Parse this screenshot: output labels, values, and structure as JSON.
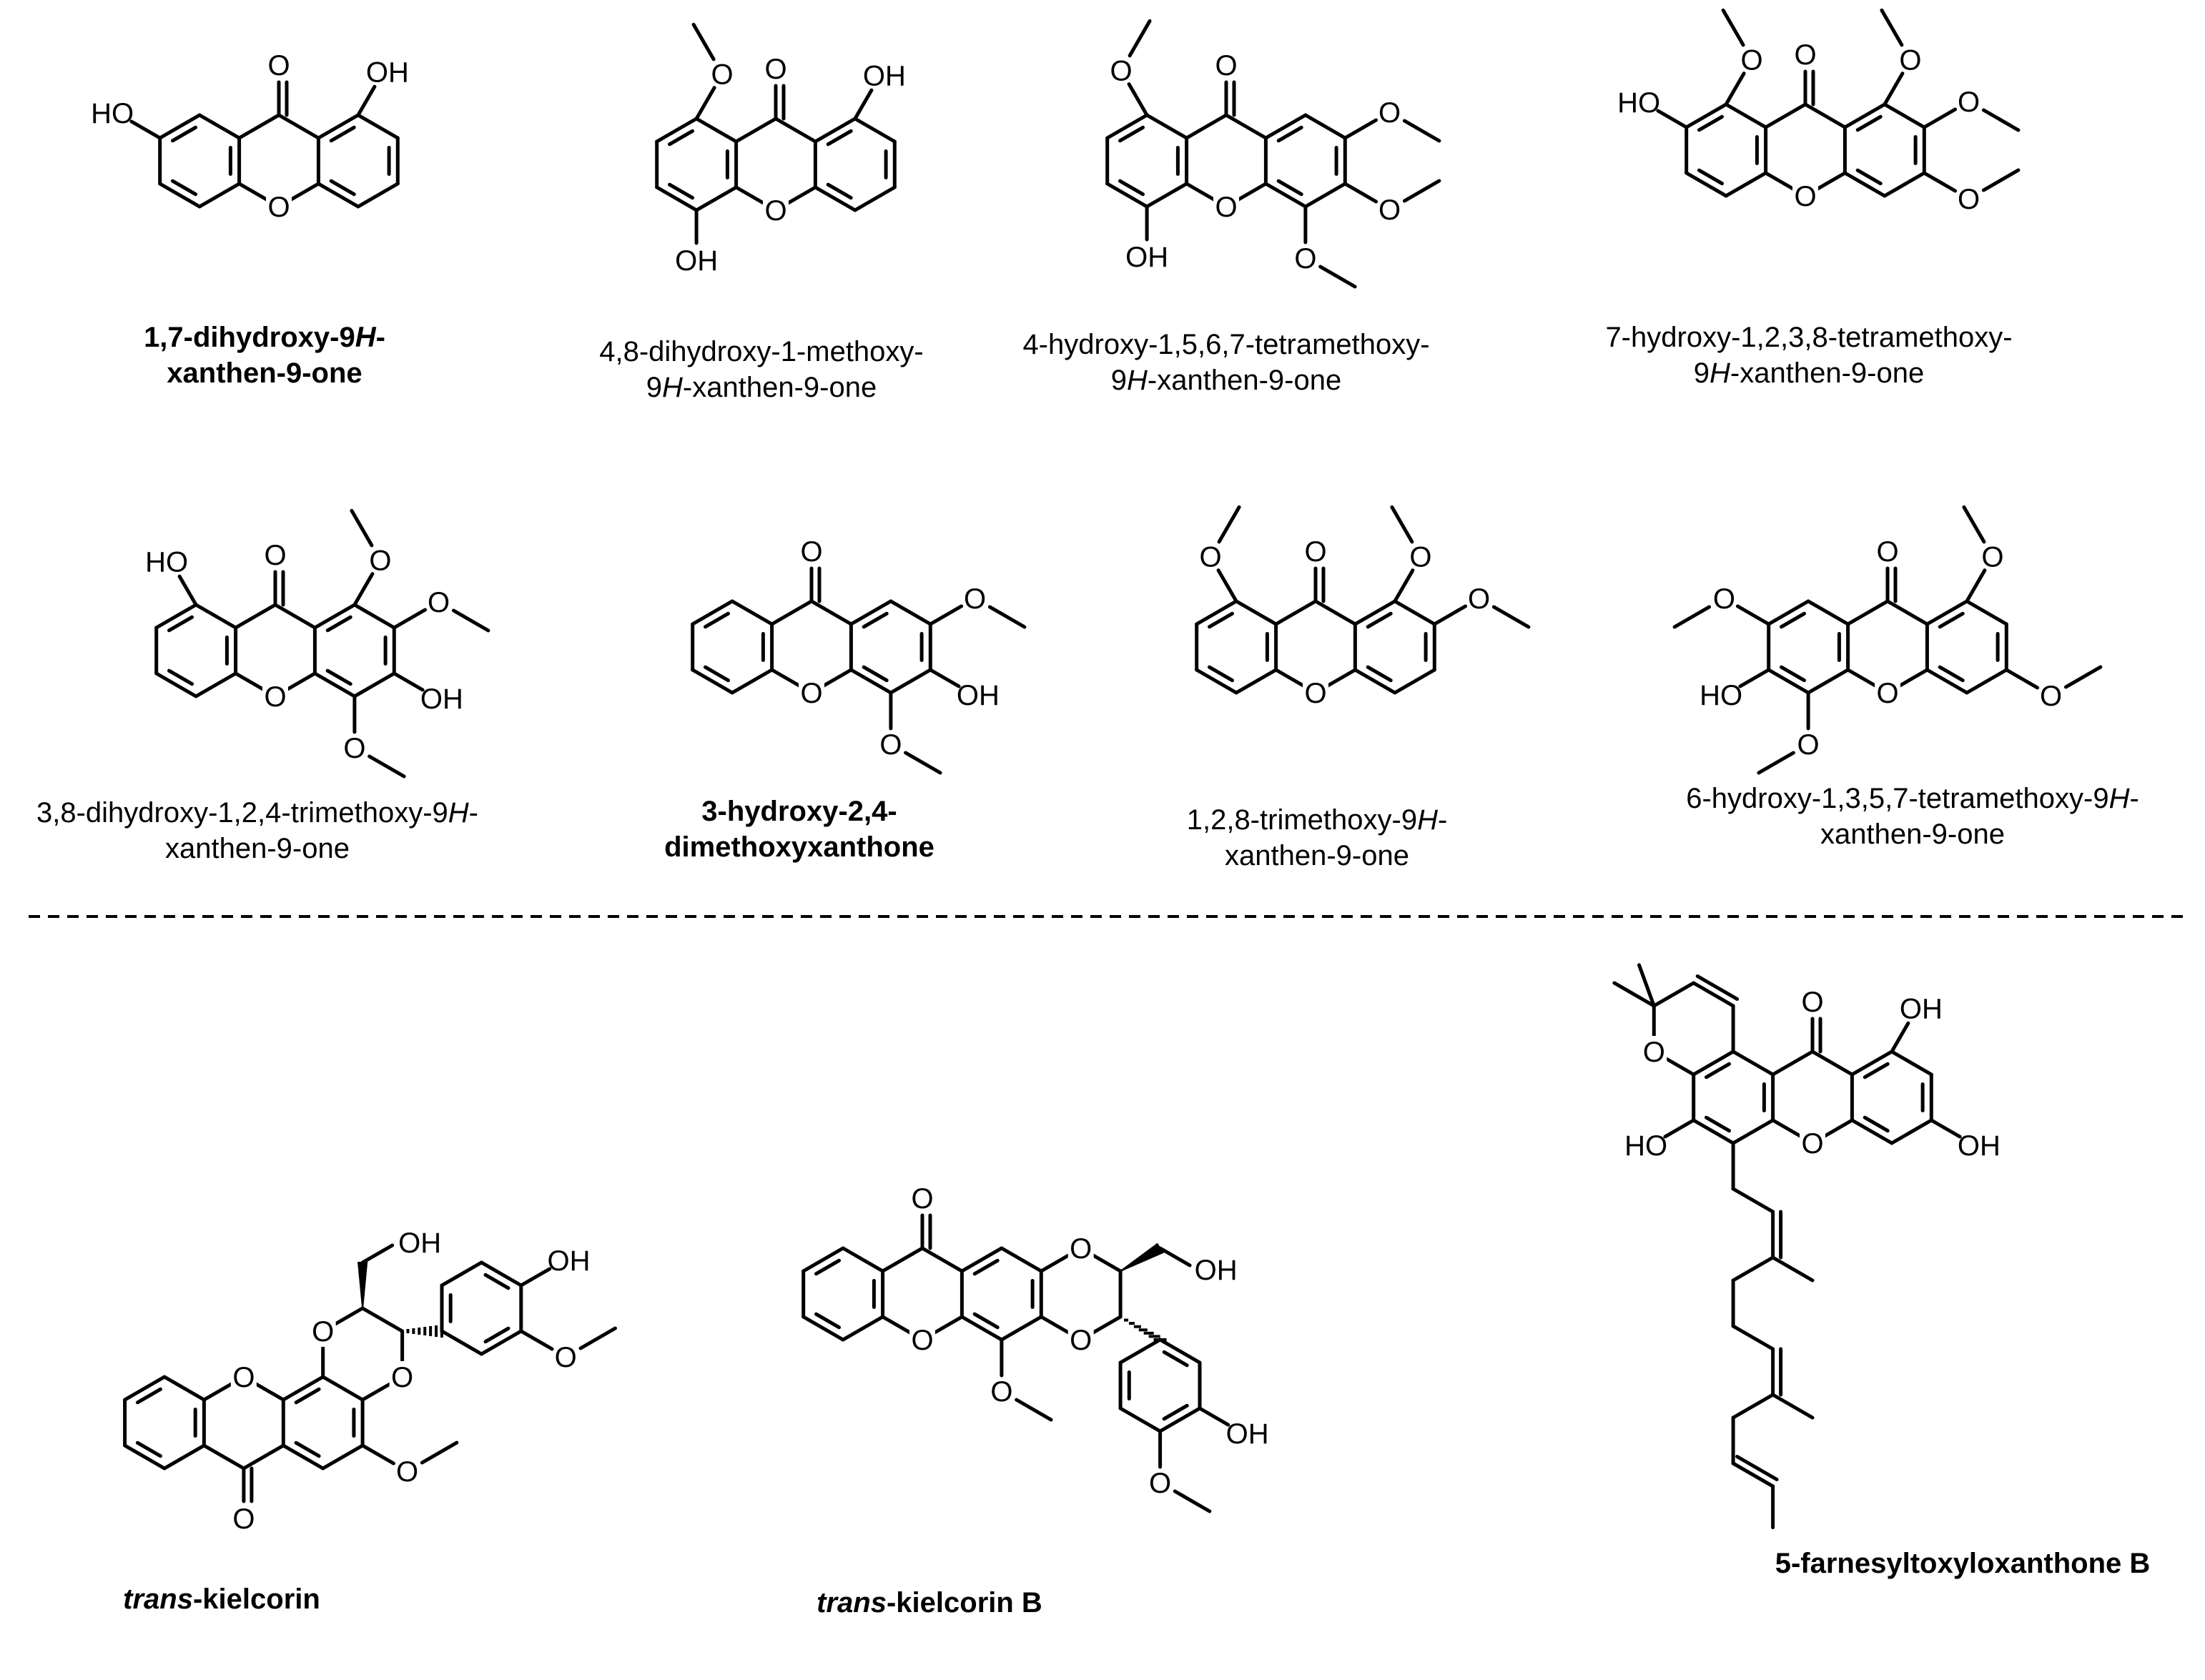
{
  "compounds": [
    {
      "key": "c1",
      "name_lines": [
        [
          "",
          "1,7-dihydroxy-9",
          "H",
          "-"
        ],
        [
          "",
          "xanthen-9-one",
          "",
          ""
        ]
      ],
      "bold": true
    },
    {
      "key": "c2",
      "name_lines": [
        [
          "",
          "4,8-dihydroxy-1-methoxy-",
          "",
          ""
        ],
        [
          "",
          "9",
          "H",
          "-xanthen-9-one"
        ]
      ],
      "bold": false
    },
    {
      "key": "c3",
      "name_lines": [
        [
          "",
          "4-hydroxy-1,5,6,7-tetramethoxy-",
          "",
          ""
        ],
        [
          "",
          "9",
          "H",
          "-xanthen-9-one"
        ]
      ],
      "bold": false
    },
    {
      "key": "c4",
      "name_lines": [
        [
          "",
          "7-hydroxy-1,2,3,8-tetramethoxy-",
          "",
          ""
        ],
        [
          "",
          "9",
          "H",
          "-xanthen-9-one"
        ]
      ],
      "bold": false
    },
    {
      "key": "c5",
      "name_lines": [
        [
          "",
          "3,8-dihydroxy-1,2,4-trimethoxy-9",
          "H",
          "-"
        ],
        [
          "",
          "xanthen-9-one",
          "",
          ""
        ]
      ],
      "bold": false
    },
    {
      "key": "c6",
      "name_lines": [
        [
          "",
          "3-hydroxy-2,4-",
          "",
          ""
        ],
        [
          "",
          "dimethoxyxanthone",
          "",
          ""
        ]
      ],
      "bold": true
    },
    {
      "key": "c7",
      "name_lines": [
        [
          "",
          "1,2,8-trimethoxy-9",
          "H",
          "-"
        ],
        [
          "",
          "xanthen-9-one",
          "",
          ""
        ]
      ],
      "bold": false
    },
    {
      "key": "c8",
      "name_lines": [
        [
          "",
          "6-hydroxy-1,3,5,7-tetramethoxy-9",
          "H",
          "-"
        ],
        [
          "",
          "xanthen-9-one",
          "",
          ""
        ]
      ],
      "bold": false
    },
    {
      "key": "c9",
      "name_lines": [
        [
          "trans",
          "-kielcorin",
          "",
          ""
        ]
      ],
      "bold": true
    },
    {
      "key": "c10",
      "name_lines": [
        [
          "trans",
          "-kielcorin B",
          "",
          ""
        ]
      ],
      "bold": true
    },
    {
      "key": "c11",
      "name_lines": [
        [
          "",
          "5-farnesyltoxyloxanthone B",
          "",
          ""
        ]
      ],
      "bold": true
    }
  ],
  "atom_labels": {
    "oxygen": "O",
    "hydroxyl": "OH",
    "hydroxyl_left": "HO"
  }
}
